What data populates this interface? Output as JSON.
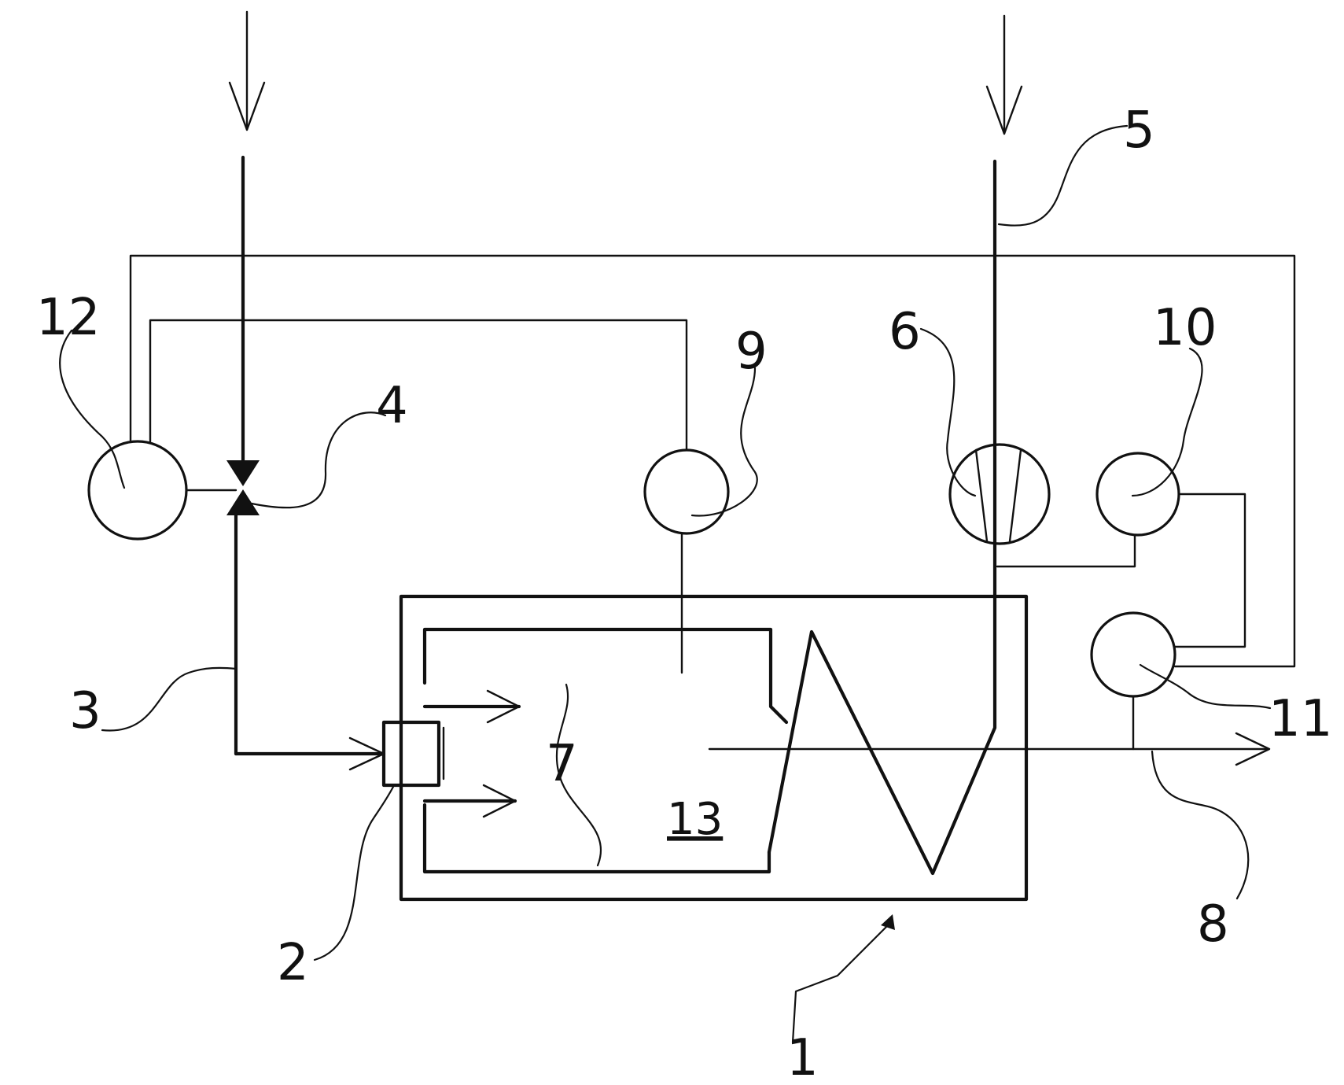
{
  "labels": {
    "n1": "1",
    "n2": "2",
    "n3": "3",
    "n4": "4",
    "n5": "5",
    "n6": "6",
    "n7": "7",
    "n8": "8",
    "n9": "9",
    "n10": "10",
    "n11": "11",
    "n12": "12",
    "n13": "13"
  },
  "colors": {
    "stroke": "#111111",
    "background": "#ffffff"
  }
}
